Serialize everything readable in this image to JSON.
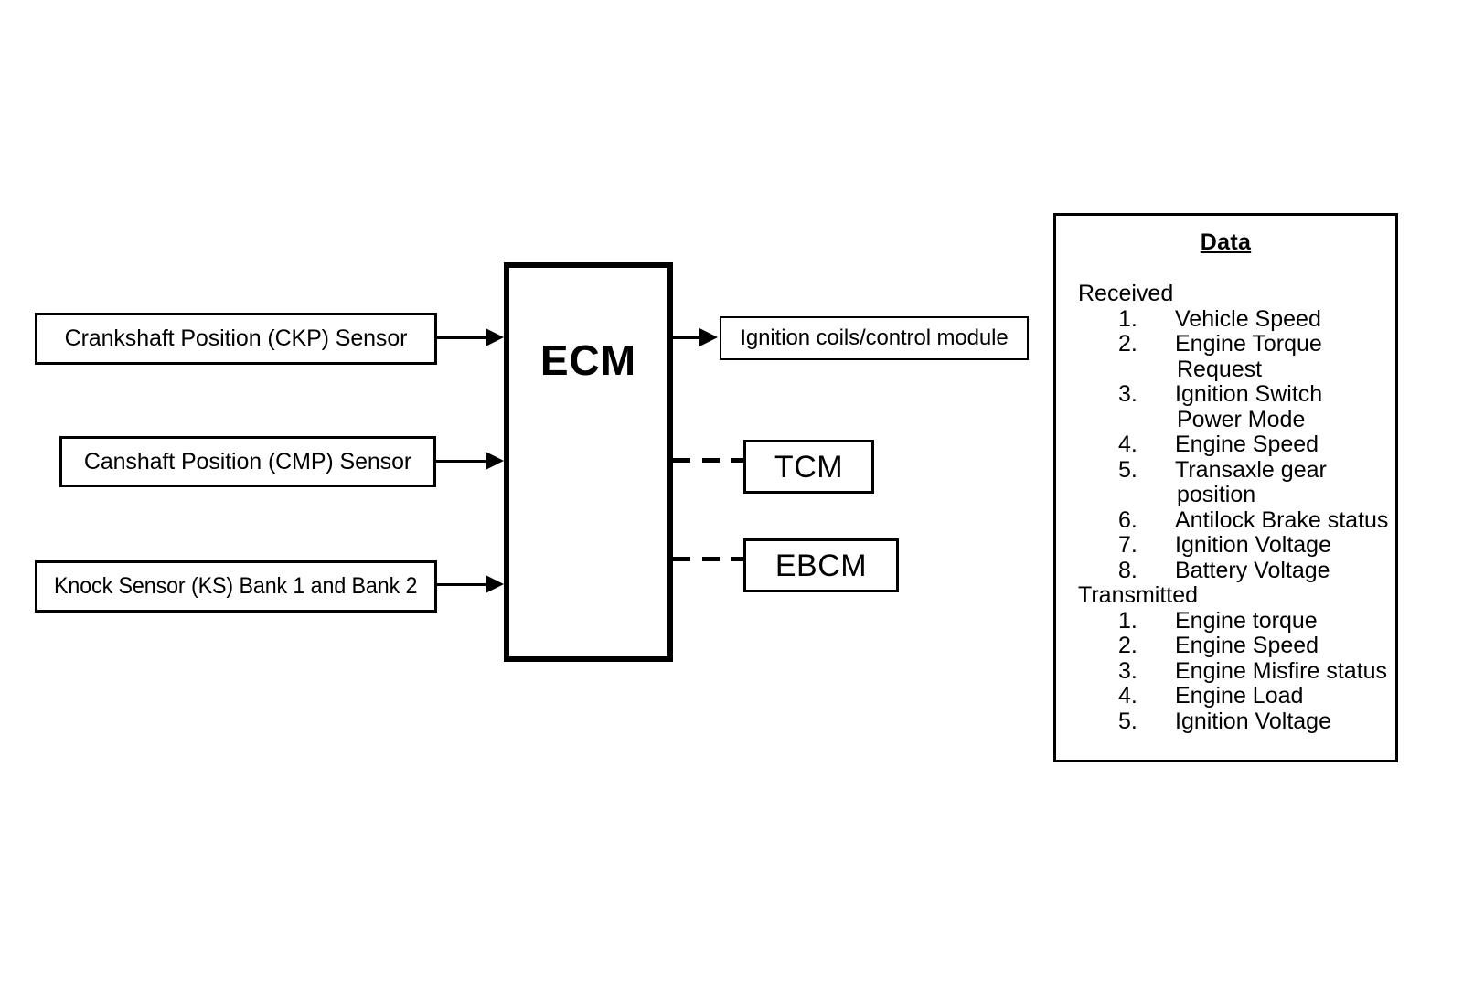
{
  "diagram": {
    "ecm": {
      "label": "ECM"
    },
    "inputs": [
      {
        "id": "ckp",
        "label": "Crankshaft Position (CKP) Sensor",
        "connector": "solid-arrow"
      },
      {
        "id": "cmp",
        "label": "Canshaft Position (CMP) Sensor",
        "connector": "solid-arrow"
      },
      {
        "id": "ks",
        "label": "Knock Sensor (KS) Bank 1 and Bank 2",
        "connector": "solid-arrow"
      }
    ],
    "outputs": [
      {
        "id": "ignition",
        "label": "Ignition coils/control module",
        "connector": "solid-arrow"
      },
      {
        "id": "tcm",
        "label": "TCM",
        "connector": "dashed"
      },
      {
        "id": "ebcm",
        "label": "EBCM",
        "connector": "dashed"
      }
    ]
  },
  "data_panel": {
    "title": "Data",
    "received_heading": "Received",
    "received": [
      {
        "num": "1.",
        "text": "Vehicle Speed"
      },
      {
        "num": "2.",
        "text": "Engine Torque",
        "cont": "Request"
      },
      {
        "num": "3.",
        "text": "Ignition Switch",
        "cont": "Power Mode"
      },
      {
        "num": "4.",
        "text": "Engine Speed"
      },
      {
        "num": "5.",
        "text": "Transaxle gear",
        "cont": "position"
      },
      {
        "num": "6.",
        "text": "Antilock Brake status"
      },
      {
        "num": "7.",
        "text": "Ignition Voltage"
      },
      {
        "num": "8.",
        "text": "Battery Voltage"
      }
    ],
    "transmitted_heading": "Transmitted",
    "transmitted": [
      {
        "num": "1.",
        "text": "Engine torque"
      },
      {
        "num": "2.",
        "text": "Engine Speed"
      },
      {
        "num": "3.",
        "text": "Engine Misfire status"
      },
      {
        "num": "4.",
        "text": "Engine Load"
      },
      {
        "num": "5.",
        "text": "Ignition Voltage"
      }
    ]
  },
  "colors": {
    "stroke": "#000000",
    "background": "#ffffff"
  }
}
